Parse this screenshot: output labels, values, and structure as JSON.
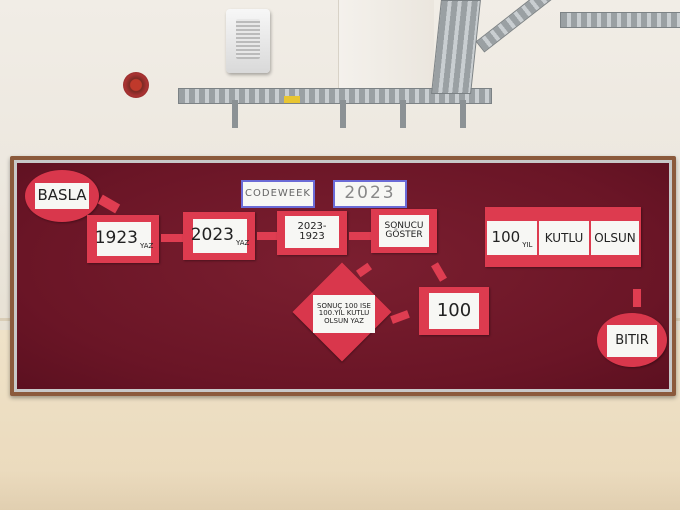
{
  "board": {
    "header_left": "CODEWEEK",
    "header_right": "2023",
    "start": "BASLA",
    "step1": "1923",
    "step1_sub": "YAZ",
    "step2": "2023",
    "step2_sub": "YAZ",
    "step3": "2023-1923",
    "step4": "SONUCU GÖSTER",
    "banner": [
      "100",
      "KUTLU",
      "OLSUN"
    ],
    "banner_sub": "YIL",
    "decision": "SONUÇ 100 ISE 100.YIL KUTLU OLSUN YAZ",
    "result": "100",
    "end": "BITIR"
  },
  "colors": {
    "felt": "#6a1526",
    "card_red": "#dd3b4f",
    "paper": "#f7f7f4",
    "wood_frame": "#8b5a3c",
    "wall": "#ece7de"
  }
}
